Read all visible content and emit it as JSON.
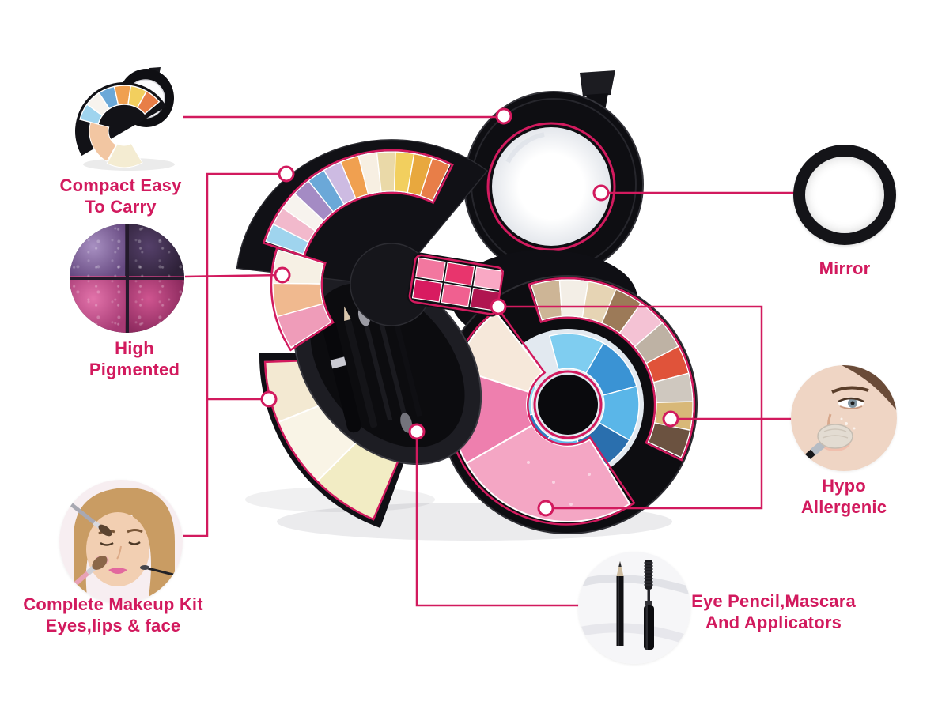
{
  "colors": {
    "accent": "#d21a5e"
  },
  "callouts": {
    "compact": {
      "line1": "Compact Easy",
      "line2": "To Carry"
    },
    "high_pigmented": {
      "line1": "High",
      "line2": "Pigmented"
    },
    "complete_kit": {
      "line1": "Complete Makeup Kit",
      "line2": "Eyes,lips & face"
    },
    "mirror": {
      "line1": "Mirror"
    },
    "hypo_allergenic": {
      "line1": "Hypo",
      "line2": "Allergenic"
    },
    "eye_pencil": {
      "line1": "Eye Pencil,Mascara",
      "line2": "And Applicators"
    }
  },
  "product": {
    "top_fan_colors": [
      "#9fd4ee",
      "#f2b9cc",
      "#f7f3ee",
      "#a48bc4",
      "#6ba8d8",
      "#cdbbe2",
      "#f0a050",
      "#f7efe2",
      "#ead9a8",
      "#f2cf5e",
      "#e8a83e",
      "#e87e48"
    ],
    "top_blush_colors": [
      "#ef9cb9",
      "#f0b98f",
      "#f6f0e4"
    ],
    "right_fan_colors": [
      "#cdb596",
      "#f3eee6",
      "#e6d4b4",
      "#9c7a58",
      "#f4c2d4",
      "#beb2a4",
      "#e0533a",
      "#cfc8bf",
      "#d8b878",
      "#6b5240"
    ],
    "right_blue_colors": [
      "#7fcdf0",
      "#3a93d4",
      "#5ab6e8",
      "#2a6fae",
      "#63b9ea",
      "#2e7fc2",
      "#8fd4ee"
    ],
    "right_blush_colors": [
      "#f4a6c4",
      "#ee7fae",
      "#f6e8da"
    ],
    "cream_colors": [
      "#f2ecc4",
      "#f9f4e6",
      "#f3e9d2"
    ],
    "lip_colors": [
      "#f2779f",
      "#e8356d",
      "#f9a8c4",
      "#d81b60",
      "#f06090",
      "#b01550"
    ],
    "pigment_quad_colors": [
      [
        "#a890c2",
        "#65487f"
      ],
      [
        "#55406a",
        "#2e2138"
      ],
      [
        "#e273aa",
        "#a63a74"
      ],
      [
        "#cf5590",
        "#8c2a5e"
      ]
    ]
  }
}
